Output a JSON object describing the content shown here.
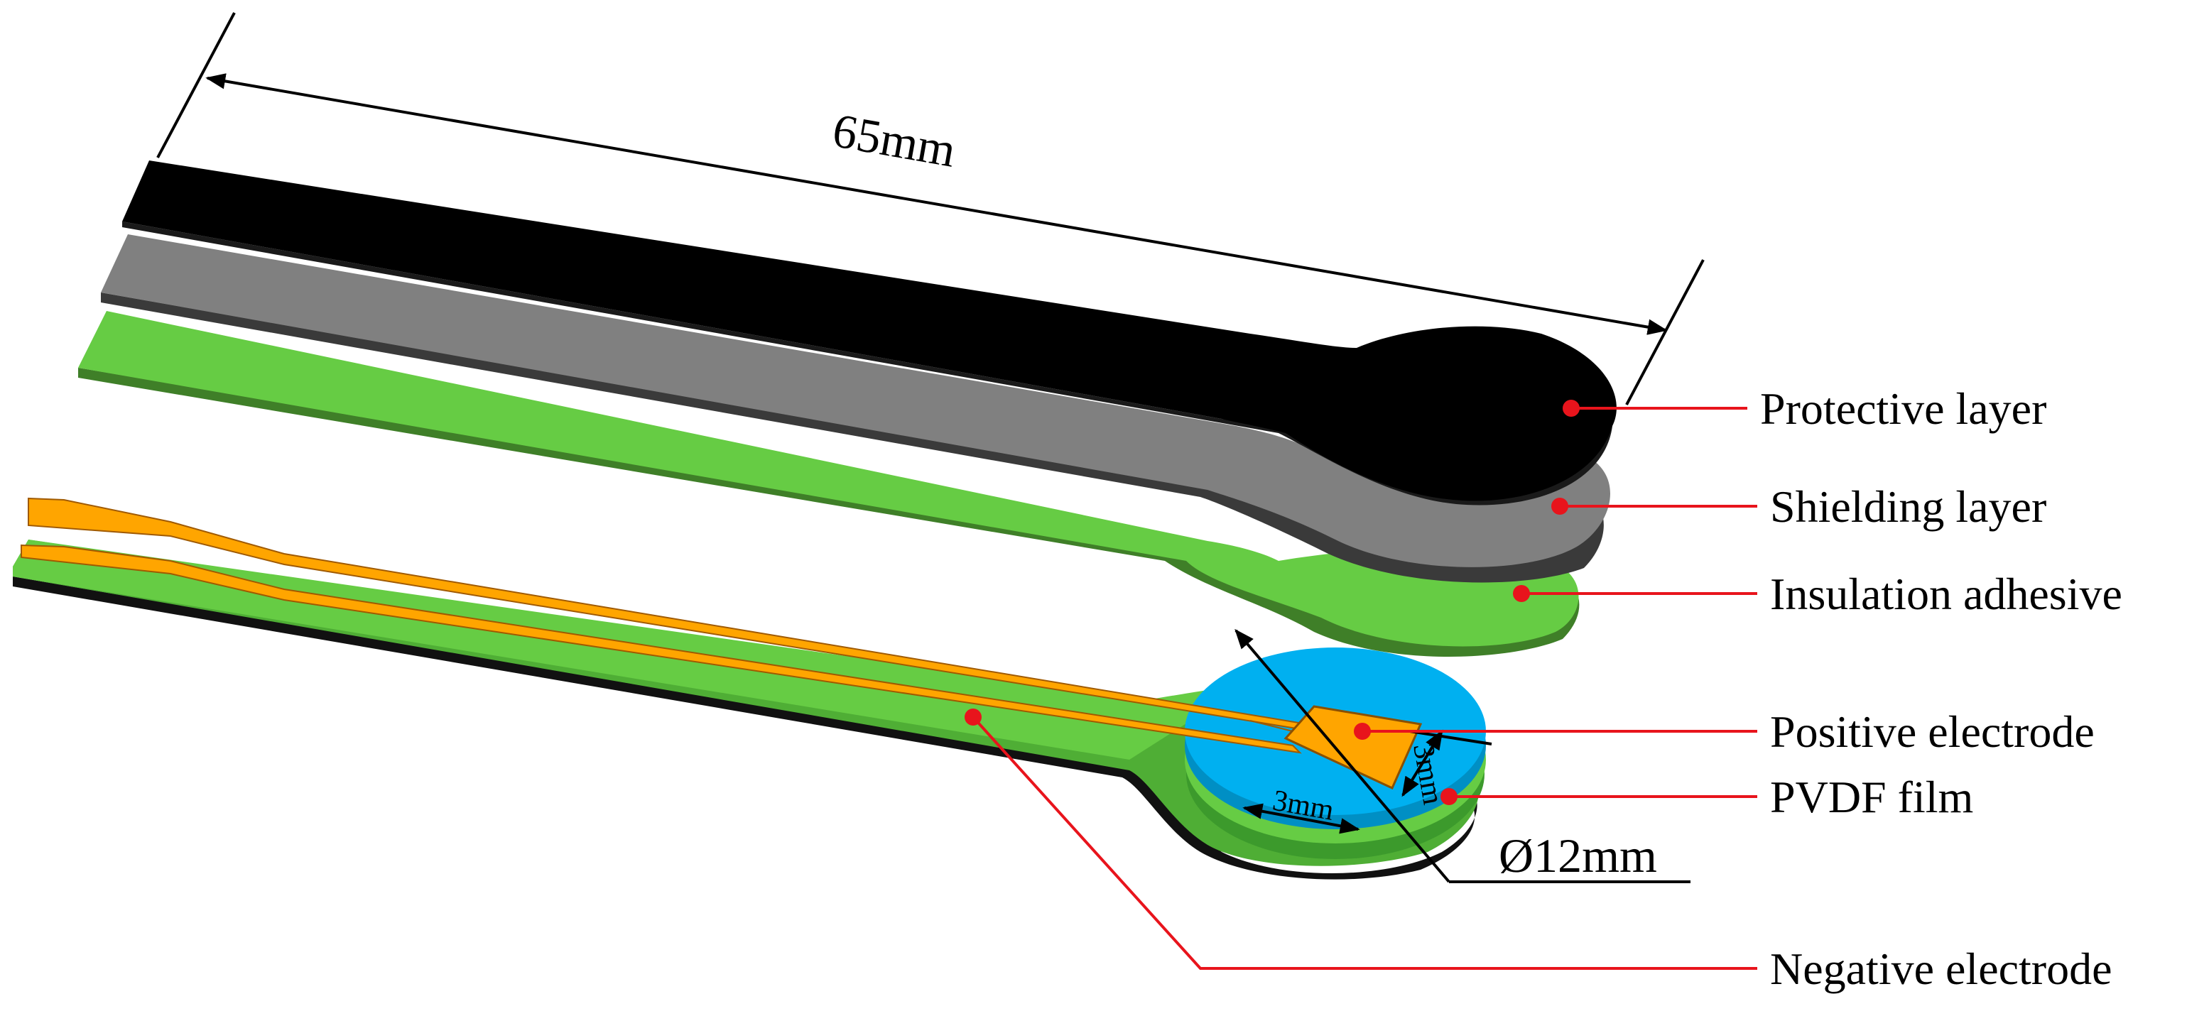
{
  "dimensions": {
    "length": "65mm",
    "diameter": "Ø12mm",
    "pad_width": "3mm",
    "pad_height": "3mm"
  },
  "layers": {
    "protective": "Protective layer",
    "shielding": "Shielding layer",
    "insulation": "Insulation adhesive",
    "positive": "Positive electrode",
    "pvdf": "PVDF film",
    "negative": "Negative electrode"
  },
  "colors": {
    "protective": "#000000",
    "shielding": "#7f7f7f",
    "insulation": "#66cc44",
    "pvdf": "#00b0f0",
    "electrode": "#ffa500",
    "leader": "#e8141c"
  }
}
